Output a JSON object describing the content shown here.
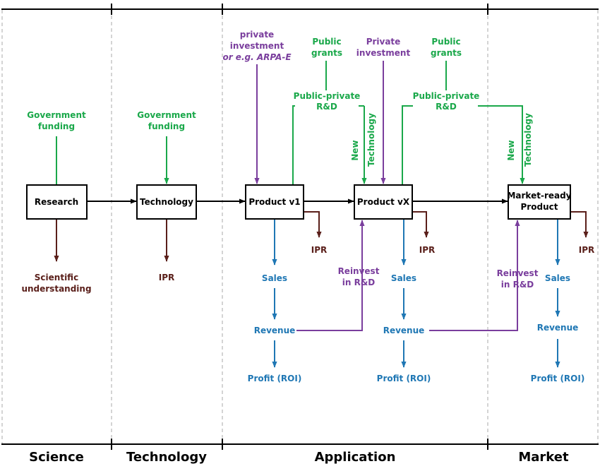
{
  "colors": {
    "green": "#1aa84a",
    "purple": "#7a3e9d",
    "blue": "#1f77b4",
    "brown": "#5a1f1a",
    "black": "#000000",
    "divider": "#aaaaaa"
  },
  "phases": {
    "science": "Science",
    "technology": "Technology",
    "application": "Application",
    "market": "Market"
  },
  "boxes": {
    "research": "Research",
    "technology": "Technology",
    "product_v1": "Product v1",
    "product_vx": "Product vX",
    "market_ready_1": "Market-ready",
    "market_ready_2": "Product"
  },
  "labels": {
    "gov_funding_1": [
      "Government",
      "funding"
    ],
    "gov_funding_2": [
      "Government",
      "funding"
    ],
    "sci_understanding": [
      "Scientific",
      "understanding"
    ],
    "ipr_tech": "IPR",
    "private_inv_1": [
      "private",
      "investment"
    ],
    "arpa_e": "or e.g. ARPA-E",
    "public_grants_1": [
      "Public",
      "grants"
    ],
    "private_inv_2": [
      "Private",
      "investment"
    ],
    "public_grants_2": [
      "Public",
      "grants"
    ],
    "ppp_rd_1": [
      "Public-private",
      "R&D"
    ],
    "ppp_rd_2": [
      "Public-private",
      "R&D"
    ],
    "new_tech_1": [
      "New",
      "Technology"
    ],
    "new_tech_2": [
      "New",
      "Technology"
    ],
    "ipr_v1": "IPR",
    "ipr_vx": "IPR",
    "ipr_market": "IPR",
    "sales_1": "Sales",
    "sales_2": "Sales",
    "sales_3": "Sales",
    "revenue_1": "Revenue",
    "revenue_2": "Revenue",
    "revenue_3": "Revenue",
    "profit_1": "Profit (ROI)",
    "profit_2": "Profit (ROI)",
    "profit_3": "Profit (ROI)",
    "reinvest_1": [
      "Reinvest",
      "in R&D"
    ],
    "reinvest_2": [
      "Reinvest",
      "in R&D"
    ]
  }
}
